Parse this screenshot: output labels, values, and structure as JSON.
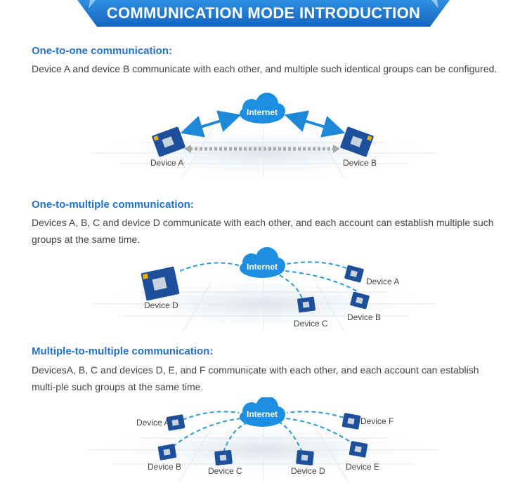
{
  "banner": {
    "title": "COMMUNICATION MODE INTRODUCTION"
  },
  "sections": [
    {
      "heading": "One-to-one communication:",
      "description": "Device A and device B communicate with each other, and multiple such identical groups can be configured.",
      "cloud_label": "Internet",
      "devices": [
        "Device A",
        "Device B"
      ]
    },
    {
      "heading": "One-to-multiple communication:",
      "description": "Devices A, B, C and device D communicate with each other, and each account can establish multiple such groups at the same time.",
      "cloud_label": "Internet",
      "devices": [
        "Device A",
        "Device B",
        "Device C",
        "Device D"
      ]
    },
    {
      "heading": "Multiple-to-multiple communication:",
      "description": "DevicesA, B, C and devices D, E, and F communicate with each other, and each account can establish multi-ple such groups at the same time.",
      "cloud_label": "Internet",
      "devices": [
        "Device A",
        "Device B",
        "Device C",
        "Device D",
        "Device E",
        "Device F"
      ]
    }
  ],
  "colors": {
    "accent": "#2272c8",
    "cloud": "#1c8fe3",
    "dashed_line": "#2a9ad8",
    "board": "#1e4f9a"
  }
}
